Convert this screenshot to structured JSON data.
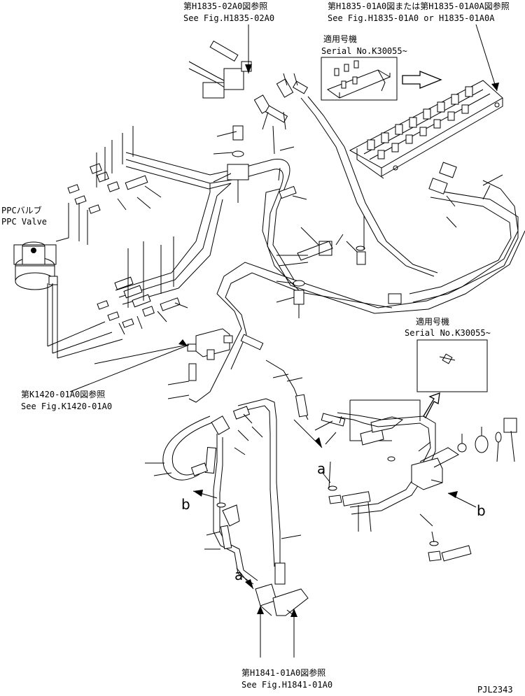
{
  "refs": {
    "top_left": {
      "jp": "第H1835-02A0図参照",
      "en": "See Fig.H1835-02A0"
    },
    "top_right": {
      "jp": "第H1835-01A0図または第H1835-01A0A図参照",
      "en": "See Fig.H1835-01A0 or H1835-01A0A"
    },
    "mid_left": {
      "jp": "第K1420-01A0図参照",
      "en": "See Fig.K1420-01A0"
    },
    "bottom": {
      "jp": "第H1841-01A0図参照",
      "en": "See Fig.H1841-01A0"
    }
  },
  "ppc_valve": {
    "jp": "PPCバルブ",
    "en": "PPC Valve"
  },
  "serial_top": {
    "jp": "適用号機",
    "en": "Serial No.K30055~"
  },
  "serial_mid": {
    "jp": "適用号機",
    "en": "Serial No.K30055~"
  },
  "letters": {
    "a": "a",
    "b": "b"
  },
  "drawing_code": "PJL2343"
}
